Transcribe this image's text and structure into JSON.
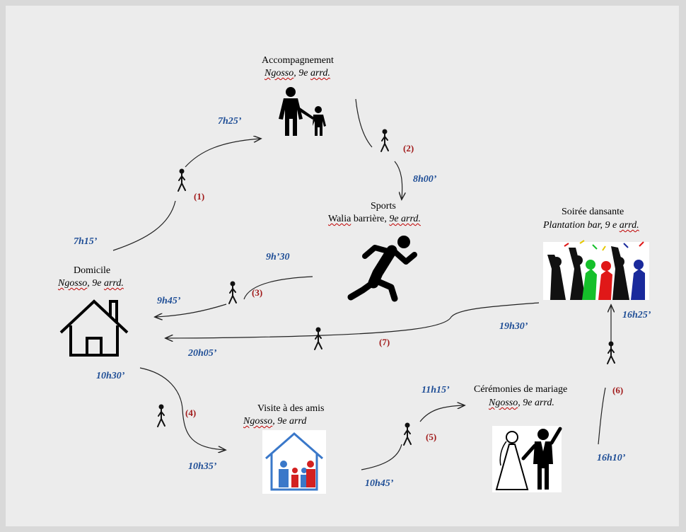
{
  "places": {
    "domicile": {
      "name": "Domicile",
      "sub_a": "Ngosso",
      "sub_b": ", 9e ",
      "sub_c": "arrd."
    },
    "accompagnement": {
      "name": "Accompagnement",
      "sub_a": "Ngosso",
      "sub_b": ",  9e ",
      "sub_c": "arrd."
    },
    "sports": {
      "name": "Sports",
      "sub_a": "Walia",
      "sub_b": " barrière, ",
      "sub_c": "9e arrd."
    },
    "soiree": {
      "name": "Soirée dansante",
      "sub_a": "Plantation bar, 9 e ",
      "sub_c": "arrd."
    },
    "visite": {
      "name": "Visite à des amis",
      "sub_a": "Ngosso",
      "sub_b": ", 9e arrd"
    },
    "mariage": {
      "name": "Cérémonies de mariage",
      "sub_a": "Ngosso",
      "sub_b": ", 9e arrd."
    }
  },
  "times": {
    "t1": "7h15’",
    "t2": "7h25’",
    "t3": "8h00’",
    "t4": "9h’30",
    "t5": "9h45’",
    "t6": "10h30’",
    "t7": "10h35’",
    "t8": "10h45’",
    "t9": "11h15’",
    "t10": "16h10’",
    "t11": "16h25’",
    "t12": "19h30’",
    "t13": "20h05’"
  },
  "steps": {
    "s1": "(1)",
    "s2": "(2)",
    "s3": "(3)",
    "s4": "(4)",
    "s5": "(5)",
    "s6": "(6)",
    "s7": "(7)"
  },
  "colors": {
    "time": "#1f4e96",
    "step": "#a11a1a",
    "background": "#ececec",
    "frame": "#d9d9d9"
  }
}
